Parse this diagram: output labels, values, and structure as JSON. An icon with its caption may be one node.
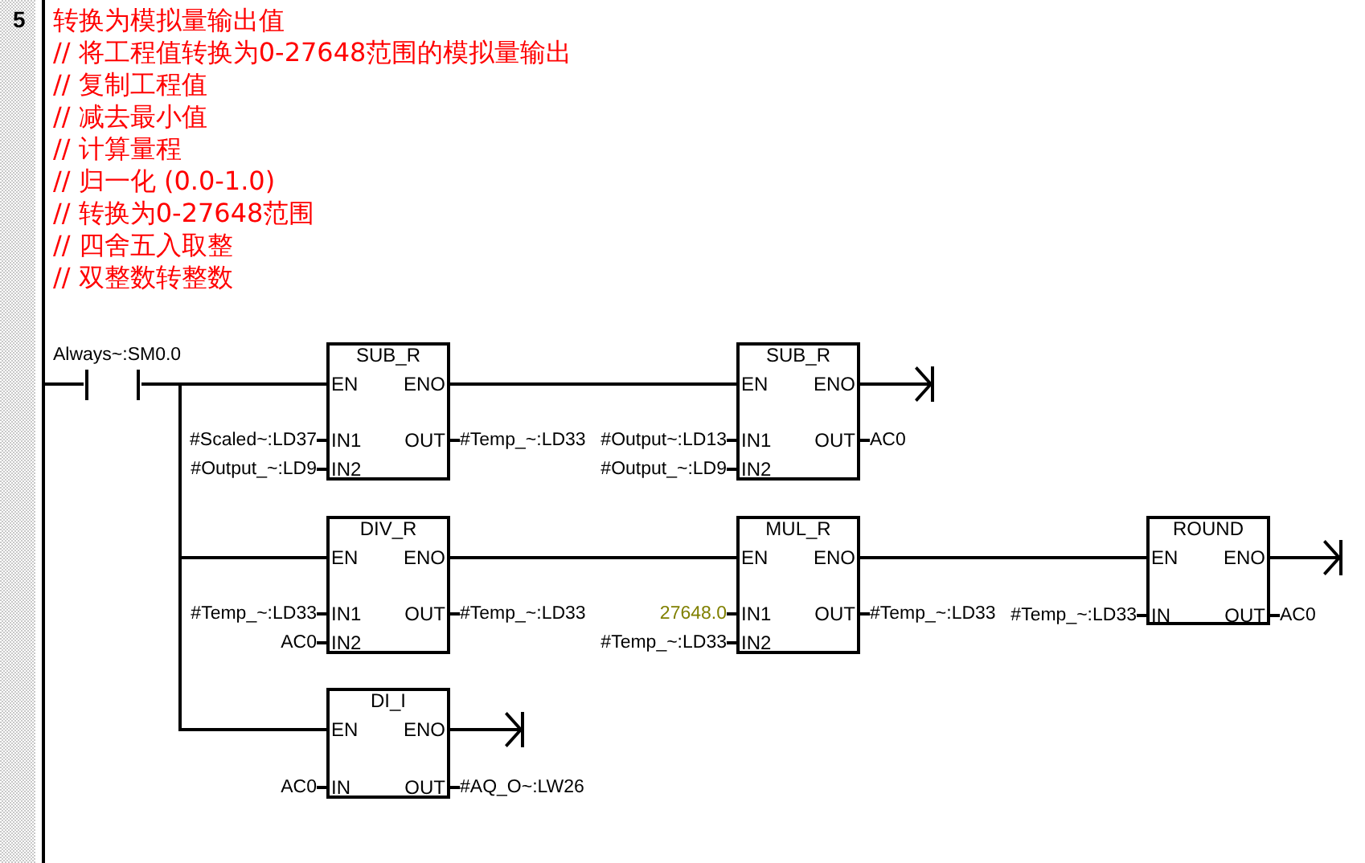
{
  "diagram": {
    "title": "转换为模拟量输出值",
    "nodes": [
      {
        "text": [],
        "shape": "bar"
      },
      {
        "text": [],
        "shape": "contact",
        "beside": [
          "Always~:SM0.0"
        ]
      },
      {
        "text": [
          "SUB_R",
          "EN",
          "ENO",
          "IN1",
          "IN2",
          "OUT"
        ],
        "beside": [
          "#Scaled~:LD37",
          "#Output_~:LD9",
          "#Temp_~:LD33"
        ]
      },
      {
        "text": [
          "SUB_R",
          "EN",
          "ENO",
          "IN1",
          "IN2",
          "OUT"
        ],
        "beside": [
          "#Output~:LD13",
          "#Output_~:LD9",
          "AC0"
        ]
      },
      {
        "text": [
          "DIV_R",
          "EN",
          "ENO",
          "IN1",
          "IN2",
          "OUT"
        ],
        "beside": [
          "#Temp_~:LD33",
          "AC0",
          "#Temp_~:LD33"
        ]
      },
      {
        "text": [
          "MUL_R",
          "EN",
          "ENO",
          "IN1",
          "IN2",
          "OUT"
        ],
        "beside": [
          "27648.0",
          "#Temp_~:LD33",
          "#Temp_~:LD33"
        ]
      },
      {
        "text": [
          "ROUND",
          "EN",
          "ENO",
          "IN",
          "OUT"
        ],
        "beside": [
          "#Temp_~:LD33",
          "AC0"
        ]
      },
      {
        "text": [
          "DI_I",
          "EN",
          "ENO",
          "IN",
          "OUT"
        ],
        "beside": [
          "AC0",
          "#AQ_O~:LW26"
        ]
      }
    ],
    "edges": [
      {
        "from": 0,
        "to": 1,
        "arrow": "none"
      },
      {
        "from": 1,
        "to": 2,
        "arrow": "none"
      },
      {
        "from": 1,
        "to": 4,
        "arrow": "none"
      },
      {
        "from": 1,
        "to": 7,
        "arrow": "none"
      },
      {
        "from": 2,
        "to": 3,
        "arrow": "none"
      },
      {
        "from": 3,
        "to": null,
        "arrow": "to"
      },
      {
        "from": 4,
        "to": 5,
        "arrow": "none"
      },
      {
        "from": 5,
        "to": 6,
        "arrow": "none"
      },
      {
        "from": 6,
        "to": null,
        "arrow": "to"
      },
      {
        "from": 7,
        "to": null,
        "arrow": "to"
      }
    ],
    "labels": [
      "5",
      "// 将工程值转换为0-27648范围的模拟量输出",
      "// 复制工程值",
      "// 减去最小值",
      "// 计算量程",
      "// 归一化 (0.0-1.0)",
      "// 转换为0-27648范围",
      "// 四舍五入取整",
      "// 双整数转整数"
    ]
  }
}
